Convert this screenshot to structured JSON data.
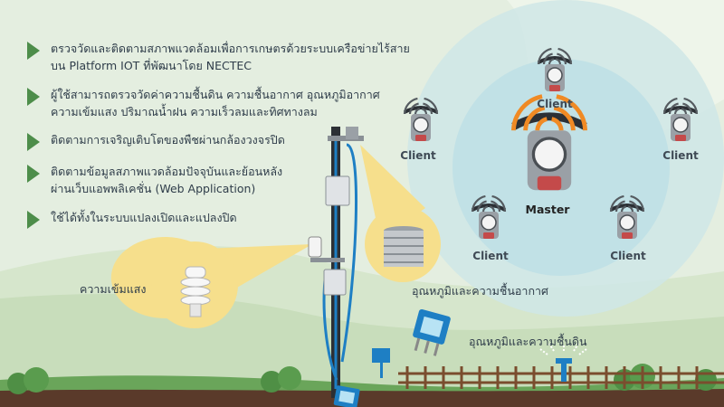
{
  "bullets": [
    {
      "line1": "ตรวจวัดและติดตามสภาพแวดล้อมเพื่อการเกษตรด้วยระบบเครือข่ายไร้สาย",
      "line2": "บน  Platform IOT ที่พัฒนาโดย NECTEC"
    },
    {
      "line1": "ผู้ใช้สามารถตรวจวัดค่าความชื้นดิน ความชื้นอากาศ อุณหภูมิอากาศ",
      "line2": "ความเข้มแสง ปริมาณน้ำฝน ความเร็วลมและทิศทางลม"
    },
    {
      "line1": "ติดตามการเจริญเติบโตของพืชผ่านกล้องวงจรปิด",
      "line2": ""
    },
    {
      "line1": "ติดตามข้อมูลสภาพแวดล้อมปัจจุบันและย้อนหลัง",
      "line2": "ผ่านเว็บแอพพลิเคชั่น (Web Application)"
    },
    {
      "line1": "ใช้ได้ทั้งในระบบแปลงเปิดและแปลงปิด",
      "line2": ""
    }
  ],
  "sensor_labels": {
    "light": "ความเข้มแสง",
    "air": "อุณหภูมิและความชื้นอากาศ",
    "soil": "อุณหภูมิและความชื้นดิน"
  },
  "network": {
    "master": "Master",
    "clients": [
      "Client",
      "Client",
      "Client",
      "Client",
      "Client"
    ]
  },
  "colors": {
    "bullet": "#4d8d4a",
    "pole": "#2c3035",
    "cable": "#1e7fc4",
    "signal_master": "#f08a24",
    "signal_client": "#555b60",
    "callout": "#f6df8c"
  }
}
